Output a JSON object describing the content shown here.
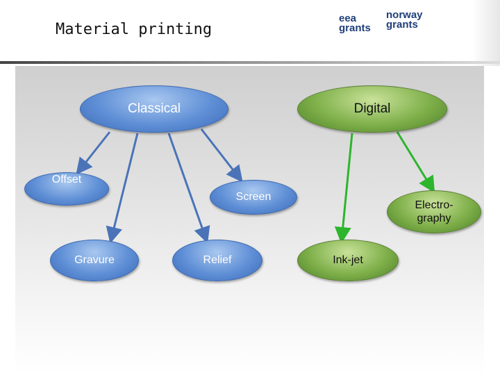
{
  "title": "Material printing",
  "logos": {
    "eea": [
      "eea",
      "grants"
    ],
    "norway": [
      "norway",
      "grants"
    ]
  },
  "nodes": {
    "classical": "Classical",
    "digital": "Digital",
    "offset": "Offset",
    "screen": "Screen",
    "electrography": "Electro-\ngraphy",
    "gravure": "Gravure",
    "relief": "Relief",
    "inkjet": "Ink-jet"
  },
  "colors": {
    "blue_edge": "#4a73b8",
    "green_edge": "#2db52d"
  }
}
